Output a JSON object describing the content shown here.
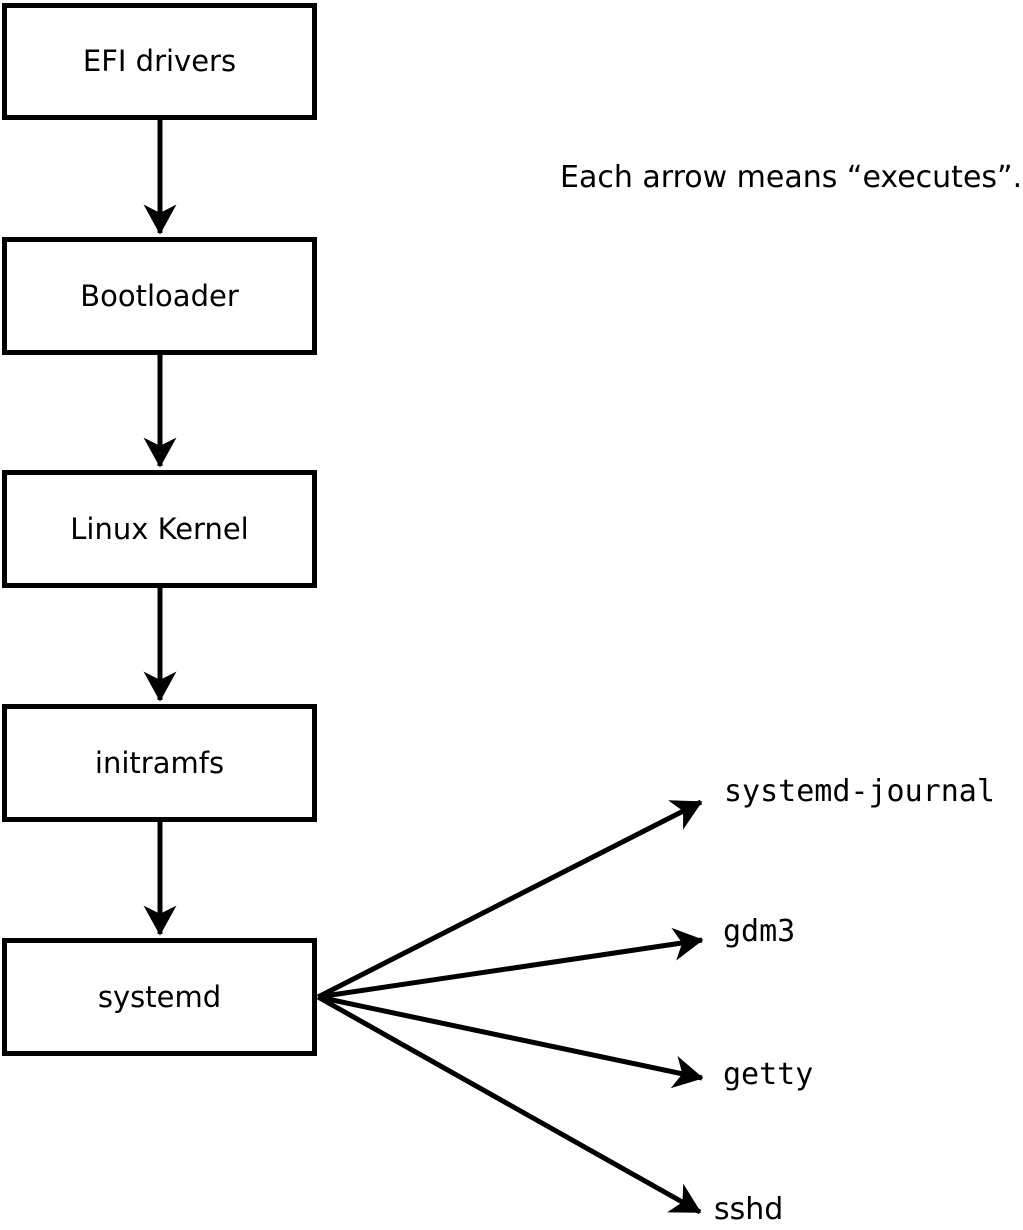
{
  "note": "Each arrow means “executes”.",
  "edge_meaning": "executes",
  "colors": {
    "background": "#ffffff",
    "stroke": "#000000",
    "text": "#000000"
  },
  "boot_chain": {
    "nodes": [
      {
        "label": "EFI drivers"
      },
      {
        "label": "Bootloader"
      },
      {
        "label": "Linux Kernel"
      },
      {
        "label": "initramfs"
      },
      {
        "label": "systemd"
      }
    ]
  },
  "spawned_processes": [
    {
      "label": "systemd-journal"
    },
    {
      "label": "gdm3"
    },
    {
      "label": "getty"
    },
    {
      "label": "sshd"
    }
  ]
}
